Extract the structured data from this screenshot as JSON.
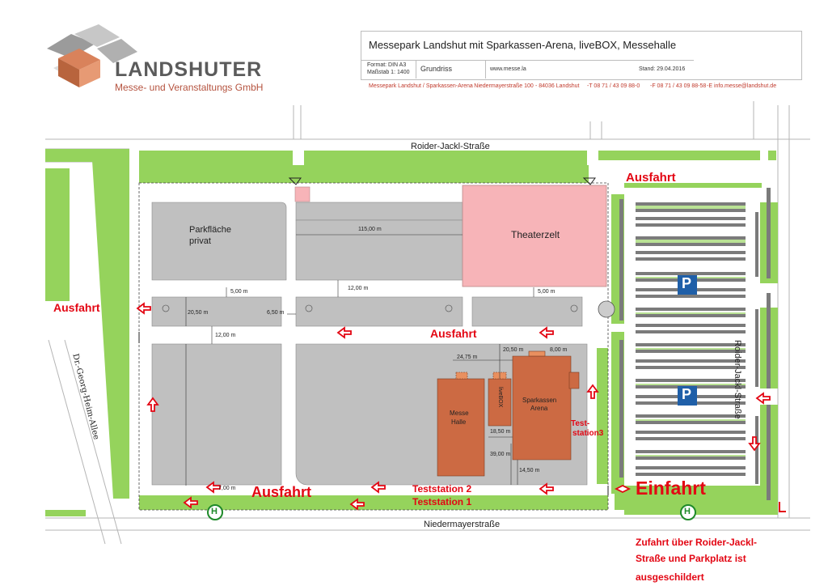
{
  "header": {
    "title": "Messepark Landshut mit Sparkassen-Arena, liveBOX, Messehalle",
    "format": "Format: DIN A3",
    "scale": "Maßstab 1: 1400",
    "plan_type": "Grundriss",
    "website": "www.messe.la",
    "date": "Stand: 29.04.2016",
    "contact": [
      "Messepark Landshut / Sparkassen-Arena",
      "- Niedermayerstraße 100",
      "- 84036 Landshut",
      "-T 08 71 / 43 09 88-0",
      "-F 08 71 / 43 09 88-58",
      "-E info.messe@landshut.de"
    ]
  },
  "logo": {
    "title": "LANDSHUTER",
    "subtitle": "Messe- und Veranstaltungs GmbH"
  },
  "streets": {
    "north": "Roider-Jackl-Straße",
    "east": "Roider-Jackl-Straße",
    "south": "Niedermayerstraße",
    "west": "Dr.-Georg-Heim-Allee"
  },
  "areas": {
    "private_parking": [
      "Parkfläche",
      "privat"
    ],
    "theater": "Theaterzelt",
    "messe_halle": [
      "Messe",
      "Halle"
    ],
    "livebox": "liveBOX",
    "arena": [
      "Sparkassen",
      "Arena"
    ]
  },
  "labels": {
    "exit": "Ausfahrt",
    "entrance": "Einfahrt",
    "teststation1": "Teststation 1",
    "teststation2": "Teststation 2",
    "teststation3_a": "Test-",
    "teststation3_b": "station3",
    "parking": "P",
    "bus": "H",
    "note": [
      "Zufahrt über Roider-Jackl-",
      "Straße und Parkplatz ist",
      "ausgeschildert"
    ]
  },
  "measurements": {
    "m115": "115,00 m",
    "m12a": "12,00 m",
    "m5a": "5,00 m",
    "m5b": "5,00 m",
    "m2050a": "20,50 m",
    "m650": "6,50 m",
    "m12b": "12,00 m",
    "m2475": "24,75 m",
    "m2050b": "20,50 m",
    "m800": "8,00 m",
    "m1850": "18,50 m",
    "m3900": "39,00 m",
    "m1450": "14,50 m",
    "m700": "7,00 m"
  },
  "colors": {
    "grass": "#95d35c",
    "road": "#ffffff",
    "road_edge": "#b5b5b5",
    "area": "#c0c0c0",
    "theater": "#f7b4b8",
    "building": "#cc6a43",
    "accent_red": "#e30613",
    "parking_blue": "#1f5fa8",
    "bus_green": "#1f8a2a"
  }
}
